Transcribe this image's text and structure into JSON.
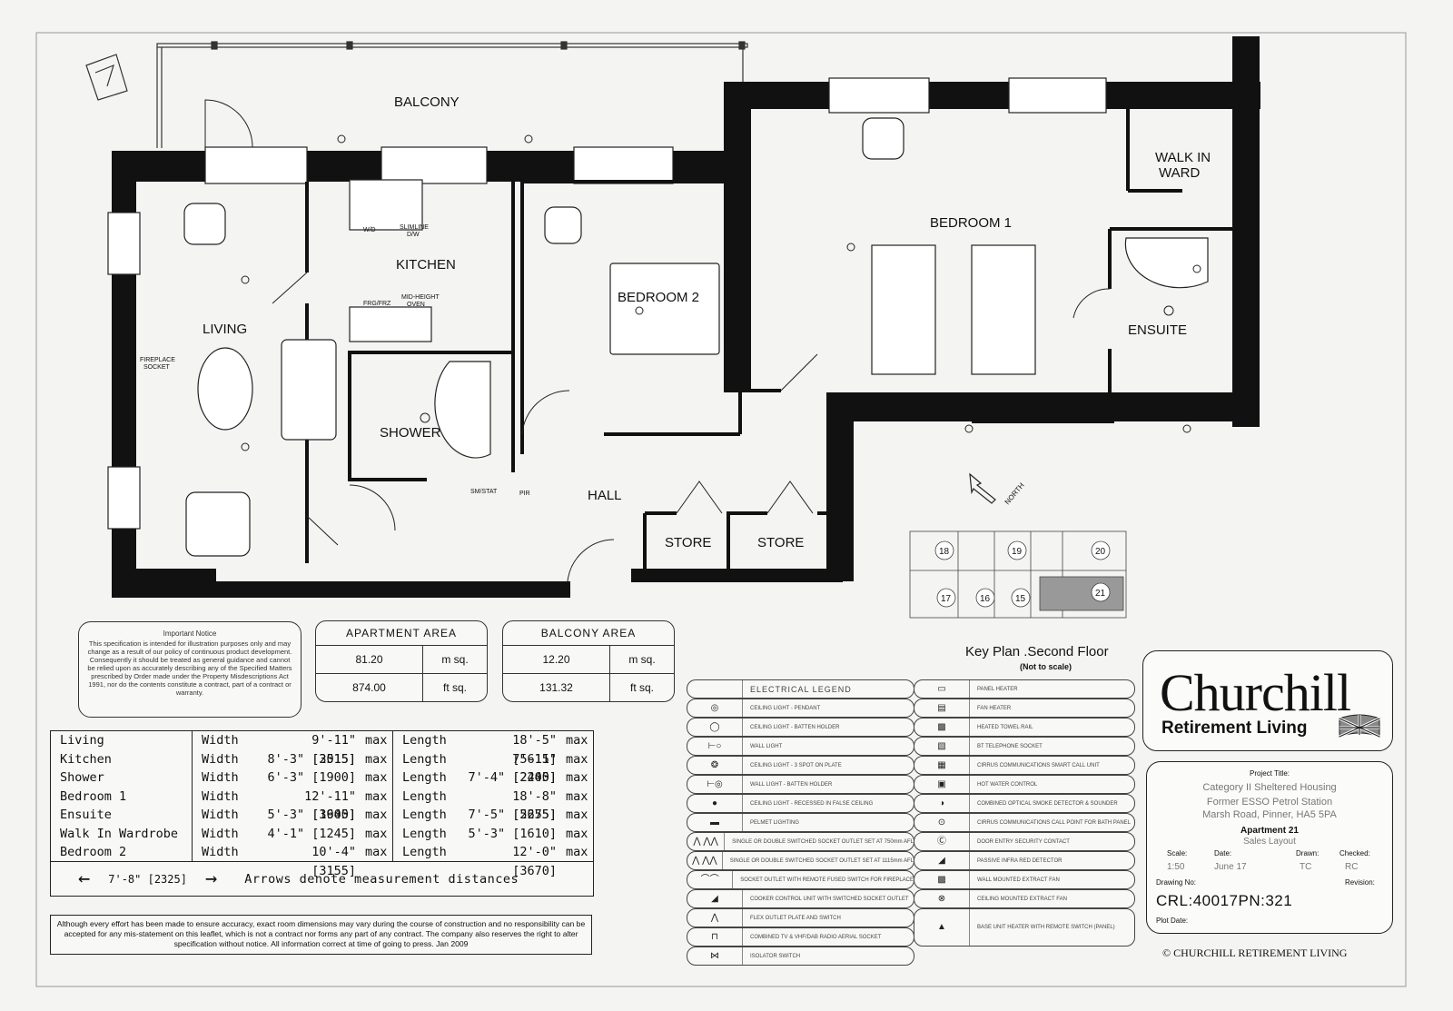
{
  "rooms": {
    "balcony": "BALCONY",
    "living": "LIVING",
    "kitchen": "KITCHEN",
    "bedroom2": "BEDROOM 2",
    "bedroom1": "BEDROOM 1",
    "walk_in_ward_1": "WALK IN",
    "walk_in_ward_2": "WARD",
    "ensuite": "ENSUITE",
    "shower": "SHOWER",
    "hall": "HALL",
    "store_a": "STORE",
    "store_b": "STORE",
    "north": "NORTH"
  },
  "fixture_labels": {
    "wd": "W/D",
    "slimline": "SLIMLINE",
    "dw": "D/W",
    "frg": "FRG/FRZ",
    "mid_height_1": "MID-HEIGHT",
    "mid_height_2": "OVEN",
    "fireplace_1": "FIREPLACE",
    "fireplace_2": "SOCKET",
    "smstat": "SM/STAT",
    "pir": "PIR"
  },
  "notice": {
    "title": "Important Notice",
    "body": "This specification is intended for illustration purposes only and may change as a result of our policy of continuous product development. Consequently it should be treated as general guidance and cannot be relied upon as accurately describing any of the Specified Matters prescribed by Order made under the Property Misdescriptions Act 1991, nor do the contents constitute a contract, part of a contract or warranty."
  },
  "apartment_area": {
    "title": "APARTMENT AREA",
    "rows": [
      {
        "value": "81.20",
        "unit": "m sq."
      },
      {
        "value": "874.00",
        "unit": "ft sq."
      }
    ]
  },
  "balcony_area": {
    "title": "BALCONY AREA",
    "rows": [
      {
        "value": "12.20",
        "unit": "m sq."
      },
      {
        "value": "131.32",
        "unit": "ft sq."
      }
    ]
  },
  "dimensions": {
    "width_label": "Width",
    "length_label": "Length",
    "max_label": "max",
    "rows": [
      {
        "room": "Living",
        "width": "9'-11\" [3015]",
        "length": "18'-5\" [5615]"
      },
      {
        "room": "Kitchen",
        "width": "8'-3\" [2515]",
        "length": "7'-11\" [2405]"
      },
      {
        "room": "Shower",
        "width": "6'-3\" [1900]",
        "length": "7'-4\" [2240]"
      },
      {
        "room": "Bedroom 1",
        "width": "12'-11\" [3945]",
        "length": "18'-8\" [5675]"
      },
      {
        "room": "Ensuite",
        "width": "5'-3\" [1600]",
        "length": "7'-5\" [2255]"
      },
      {
        "room": "Walk In Wardrobe",
        "width": "4'-1\" [1245]",
        "length": "5'-3\" [1610]"
      },
      {
        "room": "Bedroom 2",
        "width": "10'-4\" [3155]",
        "length": "12'-0\" [3670]"
      }
    ],
    "arrow_example": "7'-8\" [2325]",
    "arrow_note": "Arrows denote measurement distances"
  },
  "disclaimer": "Although every effort has been made to ensure accuracy, exact room dimensions may vary during the course of construction and no responsibility can be accepted for any mis-statement on this leaflet, which is not a contract nor forms any part of any contract. The company also reserves the right to alter specification without notice. All information correct at time of going to press. Jan 2009",
  "key_plan": {
    "title": "Key Plan .Second Floor",
    "note": "(Not to scale)",
    "units": [
      "18",
      "19",
      "20",
      "17",
      "16",
      "15",
      "21"
    ]
  },
  "legend": {
    "title": "ELECTRICAL LEGEND",
    "left": [
      {
        "icon": "pendant-light-icon",
        "text": "CEILING LIGHT - PENDANT"
      },
      {
        "icon": "batten-light-icon",
        "text": "CEILING LIGHT - BATTEN HOLDER"
      },
      {
        "icon": "wall-light-icon",
        "text": "WALL LIGHT"
      },
      {
        "icon": "spot-light-icon",
        "text": "CEILING LIGHT - 3 SPOT ON PLATE"
      },
      {
        "icon": "wall-batten-icon",
        "text": "WALL LIGHT - BATTEN HOLDER"
      },
      {
        "icon": "recessed-light-icon",
        "text": "CEILING LIGHT - RECESSED IN FALSE CEILING"
      },
      {
        "icon": "pelmet-light-icon",
        "text": "PELMET LIGHTING"
      },
      {
        "icon": "socket-750-icon",
        "text": "SINGLE OR DOUBLE SWITCHED SOCKET OUTLET SET AT 750mm AFL"
      },
      {
        "icon": "socket-1115-icon",
        "text": "SINGLE OR DOUBLE SWITCHED SOCKET OUTLET SET AT 1115mm AFL"
      },
      {
        "icon": "fused-socket-icon",
        "text": "SOCKET OUTLET WITH REMOTE FUSED SWITCH FOR FIREPLACE"
      },
      {
        "icon": "cooker-control-icon",
        "text": "COOKER CONTROL UNIT WITH SWITCHED SOCKET OUTLET"
      },
      {
        "icon": "flex-outlet-icon",
        "text": "FLEX OUTLET PLATE AND SWITCH"
      },
      {
        "icon": "aerial-socket-icon",
        "text": "COMBINED TV & VHF/DAB RADIO AERIAL SOCKET"
      },
      {
        "icon": "isolator-icon",
        "text": "ISOLATOR SWITCH"
      }
    ],
    "right": [
      {
        "icon": "panel-heater-icon",
        "text": "PANEL HEATER"
      },
      {
        "icon": "fan-heater-icon",
        "text": "FAN HEATER"
      },
      {
        "icon": "towel-rail-icon",
        "text": "HEATED TOWEL RAIL"
      },
      {
        "icon": "bt-socket-icon",
        "text": "BT TELEPHONE SOCKET"
      },
      {
        "icon": "smart-call-icon",
        "text": "CIRRUS COMMUNICATIONS SMART CALL UNIT"
      },
      {
        "icon": "hot-water-icon",
        "text": "HOT WATER CONTROL"
      },
      {
        "icon": "smoke-detector-icon",
        "text": "COMBINED OPTICAL SMOKE DETECTOR & SOUNDER"
      },
      {
        "icon": "call-point-icon",
        "text": "CIRRUS COMMUNICATIONS CALL POINT FOR BATH PANEL"
      },
      {
        "icon": "door-entry-icon",
        "text": "DOOR ENTRY SECURITY CONTACT"
      },
      {
        "icon": "pir-icon",
        "text": "PASSIVE INFRA RED DETECTOR"
      },
      {
        "icon": "wall-fan-icon",
        "text": "WALL MOUNTED EXTRACT FAN"
      },
      {
        "icon": "ceiling-fan-icon",
        "text": "CEILING MOUNTED EXTRACT FAN"
      },
      {
        "icon": "base-heater-icon",
        "text": "BASE UNIT HEATER WITH REMOTE SWITCH (PANEL)"
      }
    ]
  },
  "logo": {
    "name": "Churchill",
    "tagline": "Retirement Living"
  },
  "title_block": {
    "project_title_label": "Project Title:",
    "project_line_1": "Category II Sheltered Housing",
    "project_line_2": "Former ESSO Petrol Station",
    "project_line_3": "Marsh Road, Pinner, HA5 5PA",
    "apartment": "Apartment 21",
    "layout": "Sales Layout",
    "scale_label": "Scale:",
    "date_label": "Date:",
    "drawn_label": "Drawn:",
    "checked_label": "Checked:",
    "scale": "1:50",
    "date": "June 17",
    "drawn": "TC",
    "checked": "RC",
    "drawing_no_label": "Drawing No:",
    "revision_label": "Revision:",
    "drawing_no": "CRL:40017PN:321",
    "plot_date_label": "Plot Date:"
  },
  "copyright": "© CHURCHILL RETIREMENT LIVING"
}
